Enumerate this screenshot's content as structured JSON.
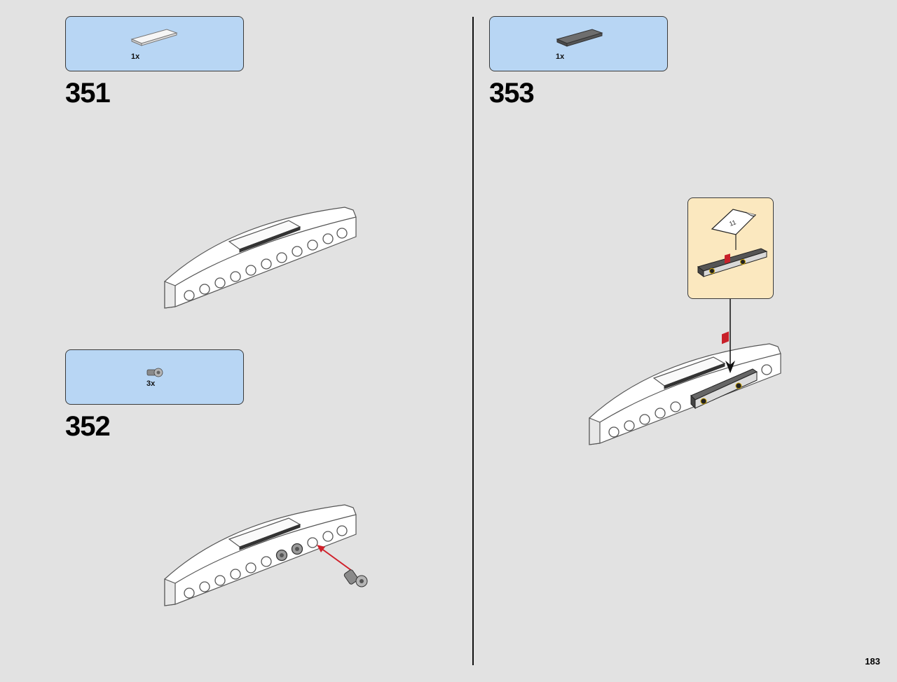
{
  "steps": [
    {
      "number": "351",
      "part_qty": "1x",
      "part_icon": "white-tile-icon"
    },
    {
      "number": "352",
      "part_qty": "3x",
      "part_icon": "gray-pin-icon"
    },
    {
      "number": "353",
      "part_qty": "1x",
      "part_icon": "dark-gray-tile-icon"
    }
  ],
  "page_number": "183",
  "colors": {
    "parts_box": "#b8d6f4",
    "callout_box": "#fbe8bf",
    "background": "#e2e2e2",
    "arrow_red": "#d0202a"
  }
}
